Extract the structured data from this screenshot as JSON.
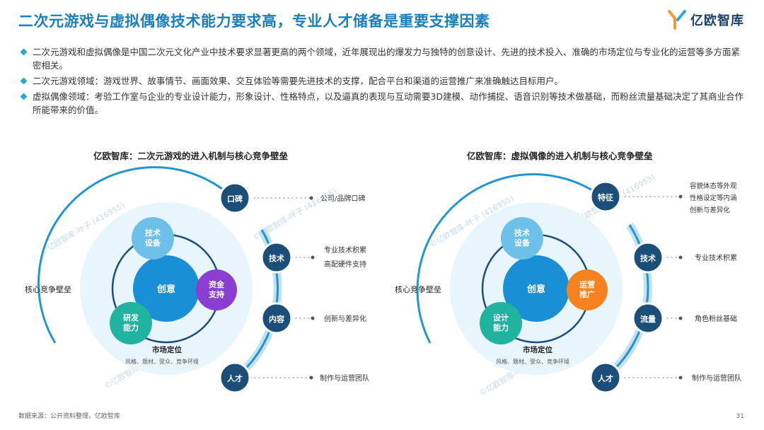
{
  "header": {
    "title": "二次元游戏与虚拟偶像技术能力要求高，专业人才储备是重要支撑因素",
    "logo_text": "亿欧智库"
  },
  "bullets": [
    "二次元游戏和虚拟偶像是中国二次元文化产业中技术要求显著更高的两个领域，近年展现出的爆发力与独特的创意设计、先进的技术投入、准确的市场定位与专业化的运营等多方面紧密相关。",
    "二次元游戏领域：游戏世界、故事情节、画面效果、交互体验等需要先进技术的支撑，配合平台和渠道的运营推广来准确触达目标用户。",
    "虚拟偶像领域：考验工作室与企业的专业设计能力，形象设计、性格特点，以及逼真的表现与互动需要3D建模、动作捕捉、语音识别等技术做基础，而粉丝流量基础决定了其商业合作所能带来的价值。"
  ],
  "watermark": "©亿欧智库-叶子 (416955)",
  "diagrams": {
    "left": {
      "title": "亿欧智库：二次元游戏的进入机制与核心竞争壁垒",
      "barrier_label": "核心竞争壁垒",
      "center": "创意",
      "inner_top": [
        "技术",
        "设备"
      ],
      "inner_right": [
        "资金",
        "支持"
      ],
      "inner_left": [
        "研发",
        "能力"
      ],
      "market_label": "市场定位",
      "market_sub": "风格、题材、受众、竞争环境",
      "nodes": [
        {
          "label": "口碑",
          "desc": [
            "公司/品牌口碑"
          ]
        },
        {
          "label": "技术",
          "desc": [
            "专业技术积累",
            "高配硬件支持"
          ]
        },
        {
          "label": "内容",
          "desc": [
            "创新与差异化"
          ]
        },
        {
          "label": "人才",
          "desc": [
            "制作与运营团队"
          ]
        }
      ]
    },
    "right": {
      "title": "亿欧智库：虚拟偶像的进入机制与核心竞争壁垒",
      "barrier_label": "核心竞争壁垒",
      "center": "创意",
      "inner_top": [
        "技术",
        "设备"
      ],
      "inner_right": [
        "运营",
        "推广"
      ],
      "inner_left": [
        "设计",
        "能力"
      ],
      "market_label": "市场定位",
      "market_sub": "风格、题材、受众、竞争环境",
      "nodes": [
        {
          "label": "特征",
          "desc": [
            "容貌体态等外观",
            "性格设定等内涵",
            "创新与差异化"
          ]
        },
        {
          "label": "技术",
          "desc": [
            "专业技术积累"
          ]
        },
        {
          "label": "流量",
          "desc": [
            "角色粉丝基础"
          ]
        },
        {
          "label": "人才",
          "desc": [
            "制作与运营团队"
          ]
        }
      ]
    }
  },
  "footer": {
    "source": "数据来源：公开资料整理，亿欧智库",
    "page": "31"
  },
  "colors": {
    "accent": "#1a7fbf",
    "navy": "#1b4f7a",
    "light_blue": "#5bb8e6",
    "purple": "#8a3fd1",
    "orange": "#f5821f",
    "teal": "#1fb3a0"
  }
}
